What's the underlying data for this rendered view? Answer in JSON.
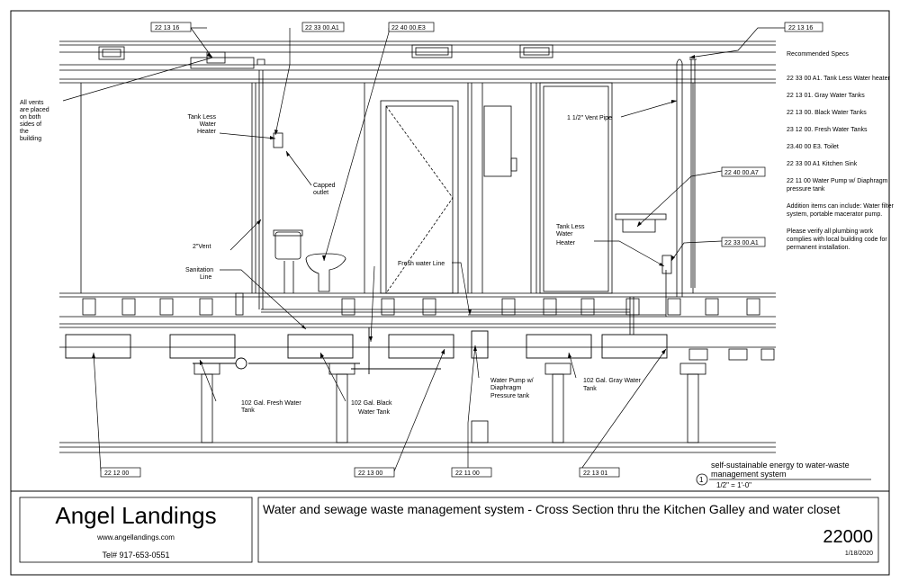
{
  "drawing": {
    "tags": {
      "t1": "22 13 16",
      "t2": "22 33 00.A1",
      "t3": "22 40 00.E3",
      "t4": "22 13 16",
      "t5": "22 40 00.A7",
      "t6": "22 33 00.A1",
      "t7": "22 12 00",
      "t8": "22 13 00",
      "t9": "22 11 00",
      "t10": "22 13 01"
    },
    "labels": {
      "vents": [
        "All vents",
        "are placed",
        "on both",
        "sides of",
        "the",
        "building"
      ],
      "heater_left": [
        "Tank Less",
        "Water",
        "Heater"
      ],
      "capped": [
        "Capped",
        "outlet"
      ],
      "vent2": "2\"Vent",
      "sanitation": [
        "Sanitation",
        "Line"
      ],
      "fresh_line": "Fresh water Line",
      "vent_pipe": "1 1/2\" Vent  Pipe",
      "heater_right": [
        "Tank Less",
        "Water",
        "Heater"
      ],
      "fresh_tank": [
        "102 Gal. Fresh Water",
        "Tank"
      ],
      "black_tank": [
        "102 Gal. Black",
        "Water Tank"
      ],
      "pump": [
        "Water Pump w/",
        "Diaphragm",
        "Pressure tank"
      ],
      "gray_tank": [
        "102 Gal. Gray Water",
        "Tank"
      ]
    },
    "detail": {
      "number": "1",
      "title_line1": "self-sustainable energy to water-waste",
      "title_line2": "management system",
      "scale": "1/2\" = 1'-0\""
    }
  },
  "specs": {
    "heading": "Recommended Specs",
    "items": [
      "22 33 00 A1. Tank  Less Water heater",
      "22 13 01. Gray Water Tanks",
      "22 13 00. Black Water Tanks",
      "23 12 00. Fresh Water Tanks",
      "23.40 00 E3. Toilet",
      "22 33 00 A1 Kitchen Sink",
      "22 11 00 Water Pump w/ Diaphragm pressure tank",
      "Addition items can include: Water filter system, portable macerator pump.",
      "Please verify all plumbing work complies with local building code for permanent installation."
    ]
  },
  "title_block": {
    "company": "Angel Landings",
    "website": "www.angellandings.com",
    "phone": "Tel# 917-653-0551",
    "sheet_title": "Water and sewage waste management system - Cross Section thru the Kitchen Galley and water closet",
    "sheet_number": "22000",
    "date": "1/18/2020"
  }
}
